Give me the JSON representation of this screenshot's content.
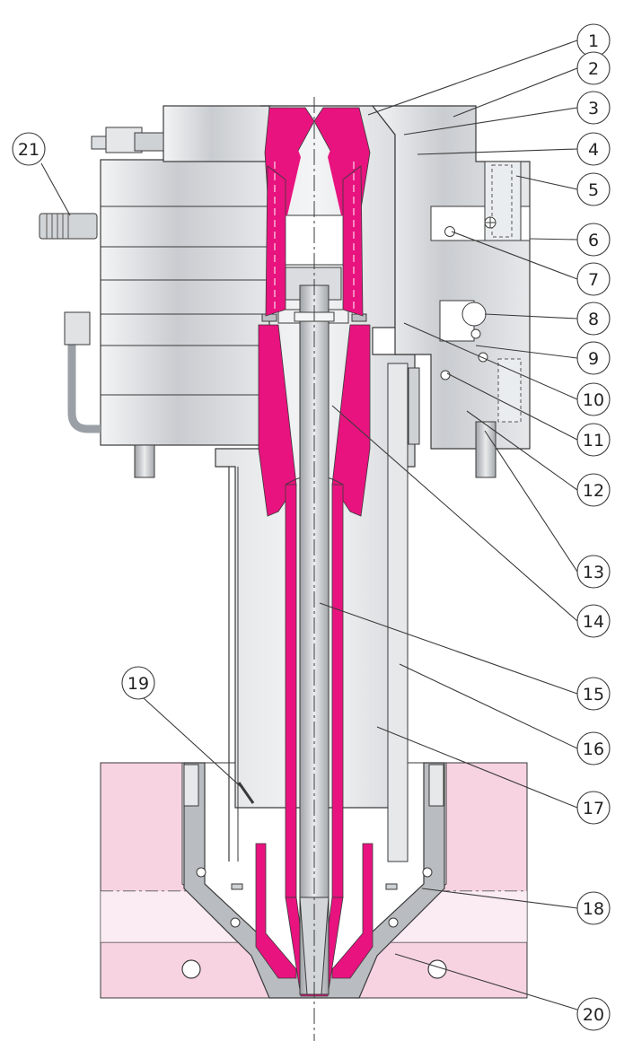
{
  "diagram": {
    "type": "cross-section",
    "colors": {
      "flow_channel": "#e8137f",
      "mold_plate": "#f7d3e2",
      "metal": "#d9dbde",
      "metal_light": "#eceef0",
      "metal_dark": "#b7babe",
      "line": "#3a3a3a"
    },
    "callouts": [
      "1",
      "2",
      "3",
      "4",
      "5",
      "6",
      "7",
      "8",
      "9",
      "10",
      "11",
      "12",
      "13",
      "14",
      "15",
      "16",
      "17",
      "18",
      "19",
      "20",
      "21"
    ]
  }
}
